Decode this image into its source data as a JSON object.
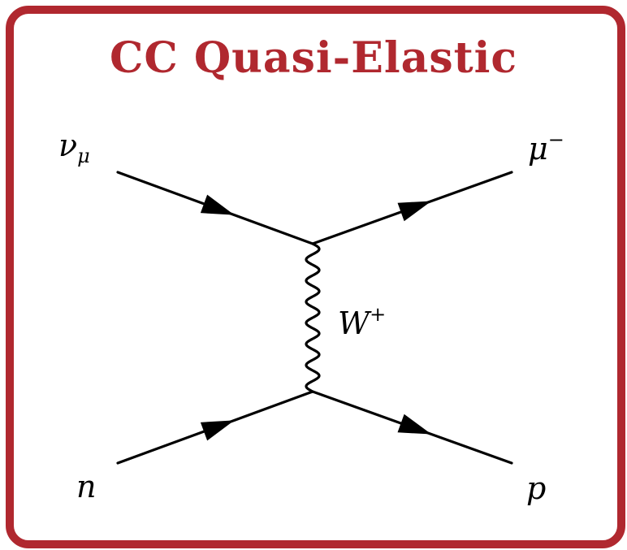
{
  "title": "CC Quasi-Elastic",
  "colors": {
    "frame": "#b0282f",
    "title": "#b0282f",
    "lines": "#000000"
  },
  "particles": {
    "incoming_lepton": {
      "symbol": "ν",
      "sub": "μ"
    },
    "outgoing_lepton": {
      "symbol": "μ",
      "sup": "−"
    },
    "boson": {
      "symbol": "W",
      "sup": "+"
    },
    "incoming_nucleon": {
      "symbol": "n"
    },
    "outgoing_nucleon": {
      "symbol": "p"
    }
  }
}
